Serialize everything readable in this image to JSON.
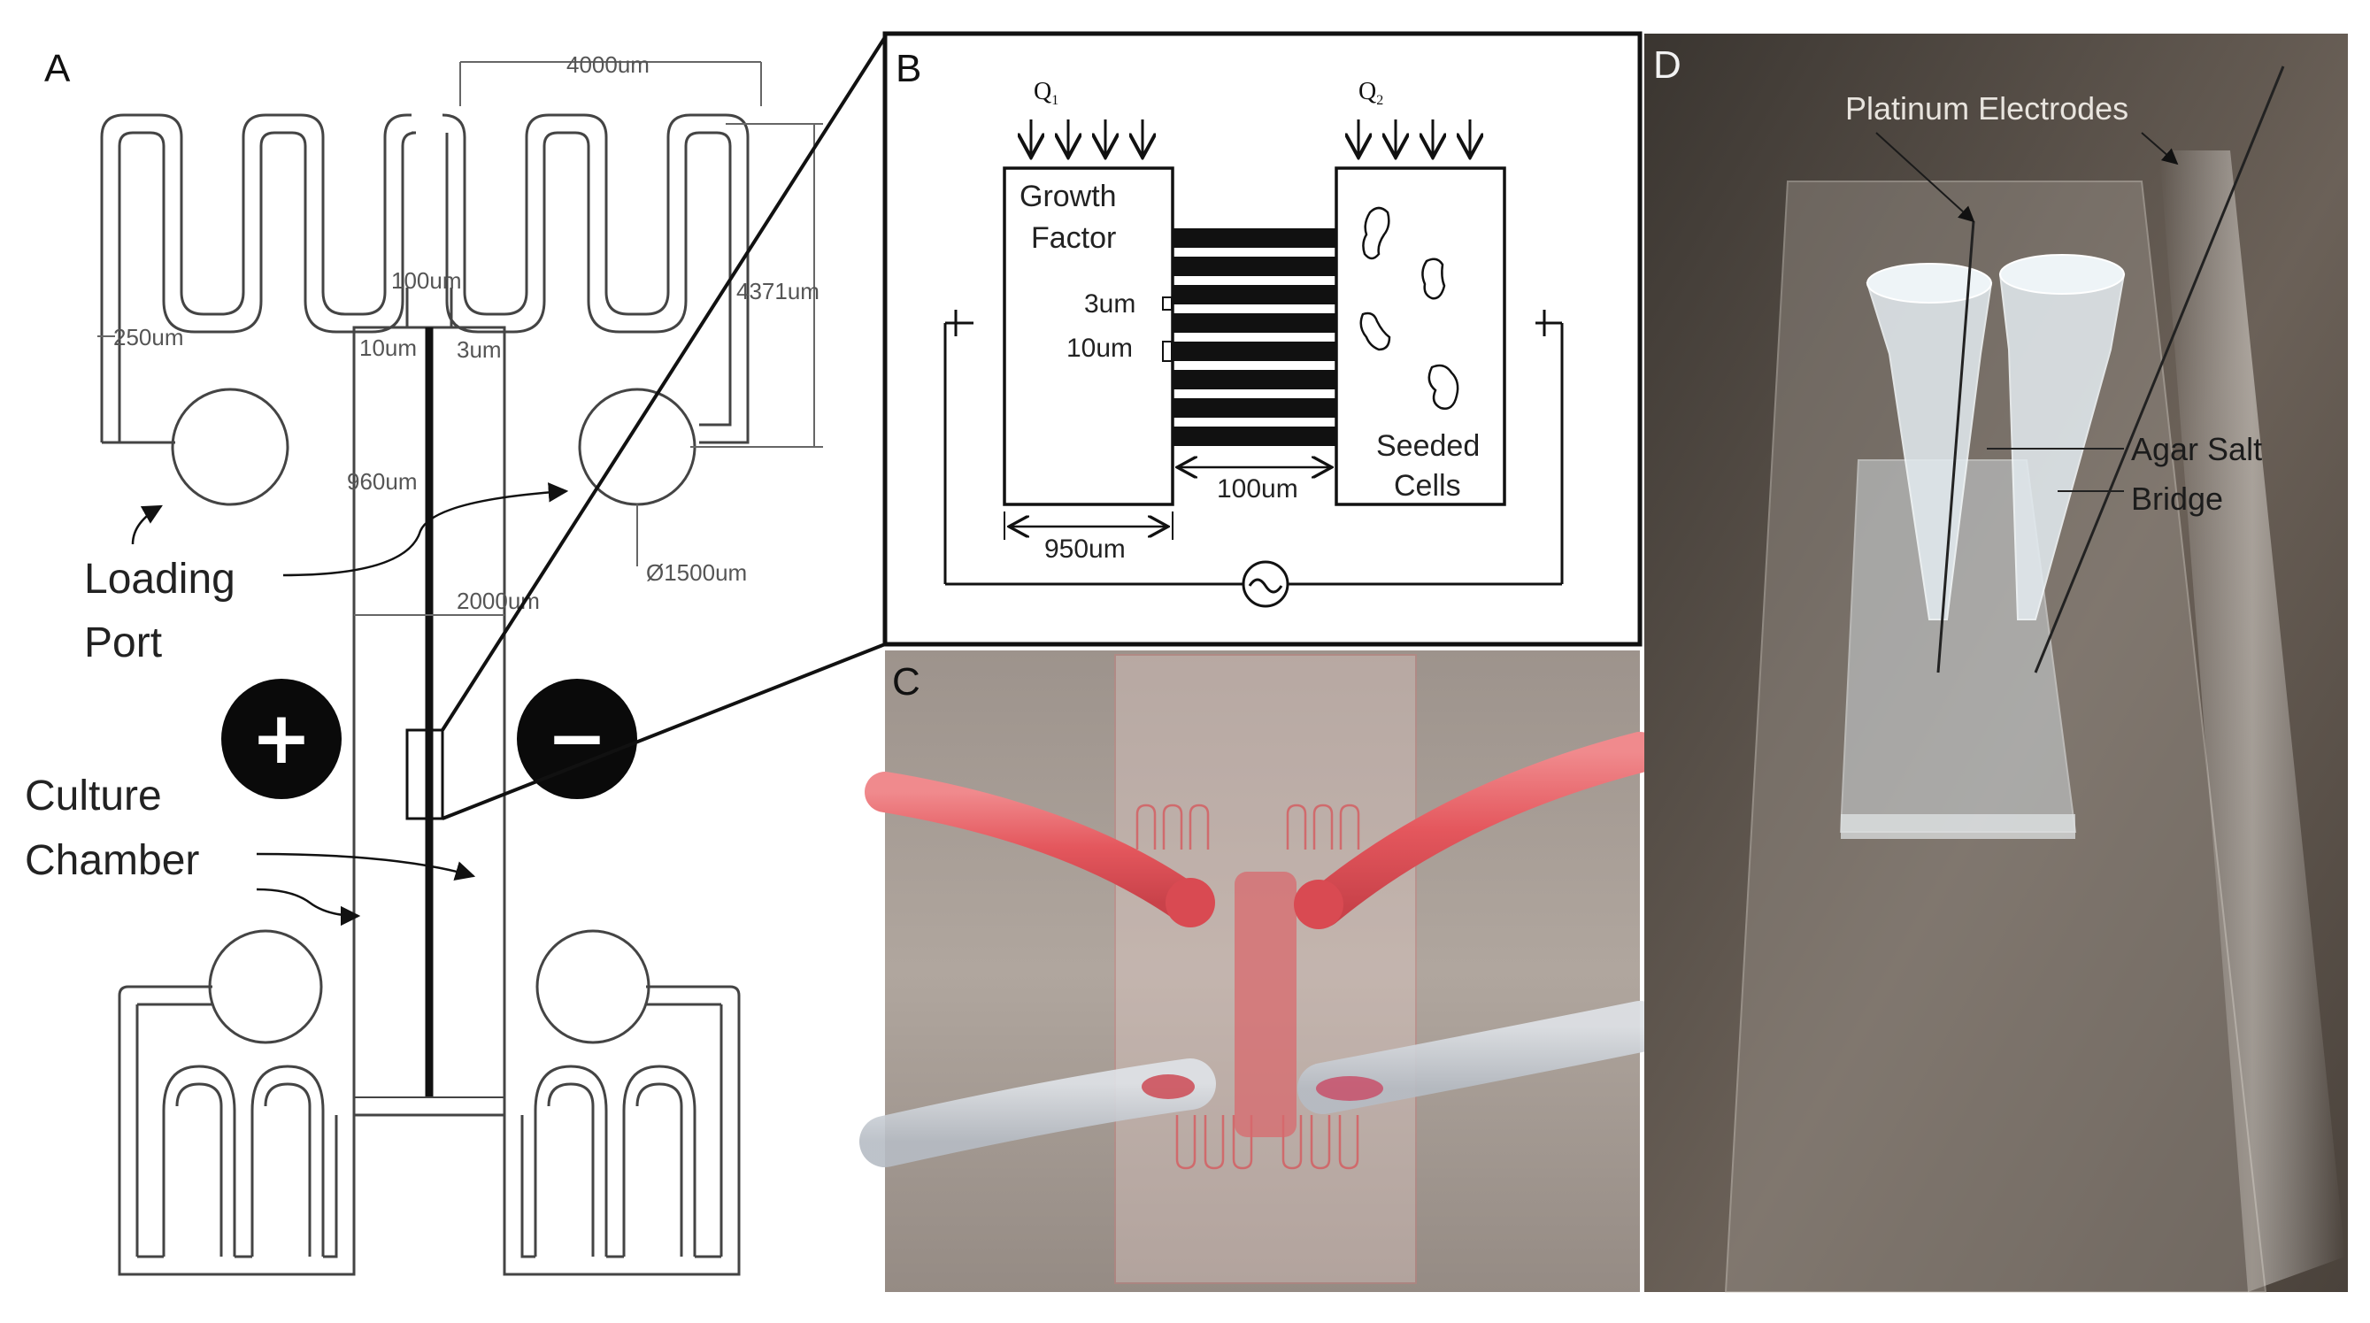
{
  "panels": {
    "a": "A",
    "b": "B",
    "c": "C",
    "d": "D"
  },
  "panel_a": {
    "dims": {
      "w4000": "4000um",
      "h4371": "4371um",
      "w250": "250um",
      "w100": "100um",
      "w10": "10um",
      "w3": "3um",
      "w960": "960um",
      "w2000": "2000um",
      "d1500": "Ø1500um"
    },
    "labels": {
      "loading_1": "Loading",
      "loading_2": "Port",
      "culture_1": "Culture",
      "culture_2": "Chamber"
    },
    "electrodes": {
      "plus": "+",
      "minus": "−"
    }
  },
  "panel_b": {
    "q1": "Q",
    "q1_sub": "1",
    "q2": "Q",
    "q2_sub": "2",
    "growth_1": "Growth",
    "growth_2": "Factor",
    "seeded_1": "Seeded",
    "seeded_2": "Cells",
    "w3": "3um",
    "w10": "10um",
    "w100": "100um",
    "w950": "950um"
  },
  "panel_d": {
    "platinum": "Platinum Electrodes",
    "agar_1": "Agar Salt",
    "agar_2": "Bridge"
  },
  "colors": {
    "line": "#444444",
    "ink": "#111111",
    "tubing_red": "#e25a5f",
    "photo_bg_c": "#a39890",
    "photo_bg_d": "#5a5048"
  }
}
